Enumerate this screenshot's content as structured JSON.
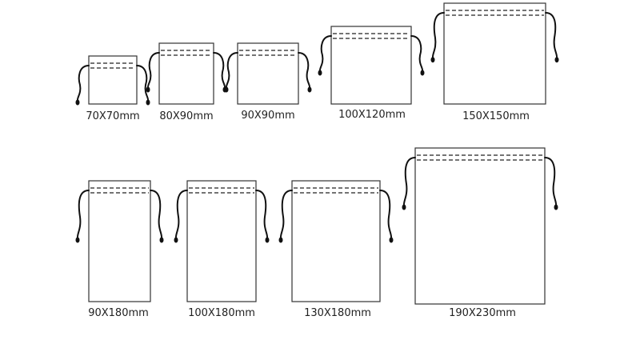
{
  "bags": [
    {
      "label": "70X70mm"
    },
    {
      "label": "80X90mm"
    },
    {
      "label": "90X90mm"
    },
    {
      "label": "100X120mm"
    },
    {
      "label": "150X150mm"
    },
    {
      "label": "90X180mm"
    },
    {
      "label": "100X180mm"
    },
    {
      "label": "130X180mm"
    },
    {
      "label": "190X230mm"
    }
  ],
  "colors": {
    "outline": "#333333",
    "cord": "#111111",
    "text": "#222222"
  }
}
